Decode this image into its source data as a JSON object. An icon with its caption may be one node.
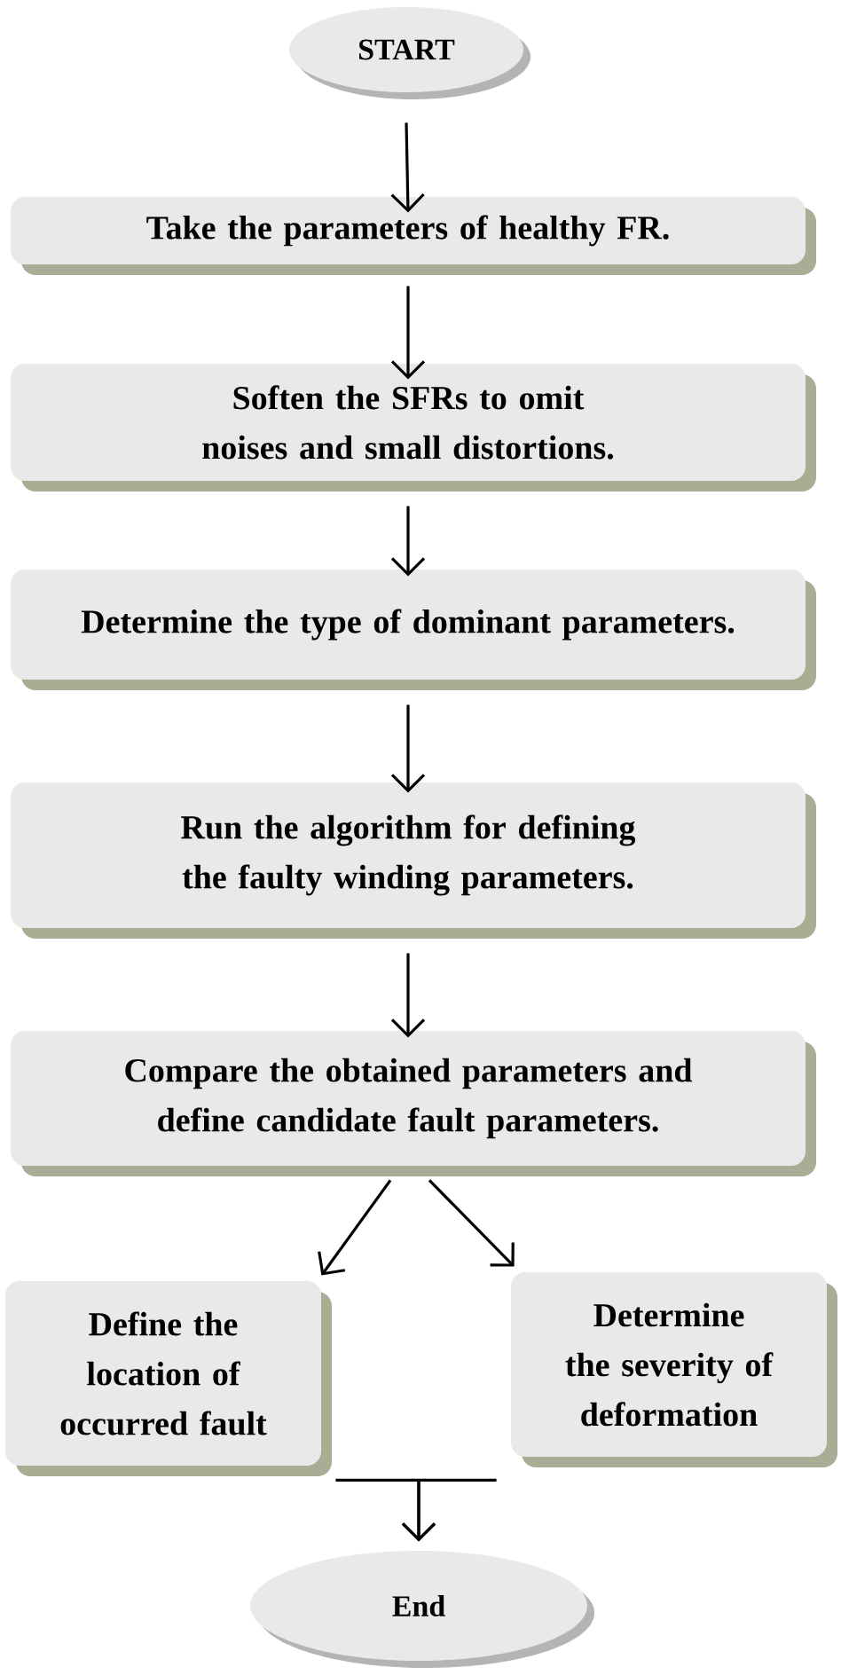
{
  "diagram": {
    "nodes": [
      {
        "text": [
          "START"
        ]
      },
      {
        "text": [
          "Take the parameters of healthy FR."
        ]
      },
      {
        "text": [
          "Soften the SFRs to omit noises and small distortions."
        ]
      },
      {
        "text": [
          "Determine the type of dominant parameters."
        ]
      },
      {
        "text": [
          "Run the algorithm for defining the faulty winding parameters."
        ]
      },
      {
        "text": [
          "Compare the obtained parameters and define candidate fault parameters."
        ]
      },
      {
        "text": [
          "Define the location of occurred fault"
        ]
      },
      {
        "text": [
          "Determine the severity of deformation"
        ]
      },
      {
        "text": [
          "End"
        ]
      }
    ],
    "edges": [
      {
        "from": 0,
        "to": 1,
        "arrow": "to"
      },
      {
        "from": 1,
        "to": 2,
        "arrow": "to"
      },
      {
        "from": 2,
        "to": 3,
        "arrow": "to"
      },
      {
        "from": 3,
        "to": 4,
        "arrow": "to"
      },
      {
        "from": 4,
        "to": 5,
        "arrow": "to"
      },
      {
        "from": 5,
        "to": 6,
        "arrow": "to"
      },
      {
        "from": 5,
        "to": 7,
        "arrow": "to"
      },
      {
        "from": 6,
        "to": 8,
        "arrow": "to"
      },
      {
        "from": 7,
        "to": 8,
        "arrow": "to"
      }
    ]
  }
}
